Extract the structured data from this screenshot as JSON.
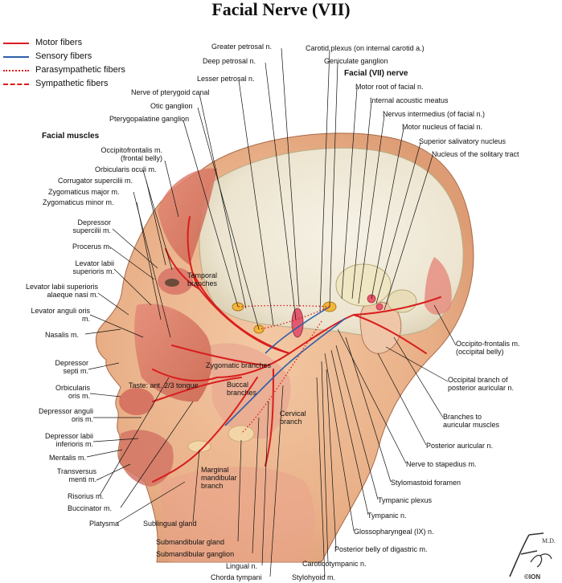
{
  "title": "Facial Nerve (VII)",
  "legend": [
    {
      "label": "Motor fibers",
      "color": "#d81e1e",
      "style": "solid"
    },
    {
      "label": "Sensory fibers",
      "color": "#2e5fa8",
      "style": "solid"
    },
    {
      "label": "Parasympathetic fibers",
      "color": "#d81e1e",
      "style": "dotted"
    },
    {
      "label": "Sympathetic fibers",
      "color": "#d81e1e",
      "style": "dashed"
    }
  ],
  "headings": {
    "facial_muscles": "Facial muscles",
    "facial_nerve": "Facial (VII) nerve"
  },
  "labels": {
    "greater_petrosal": "Greater petrosal n.",
    "deep_petrosal": "Deep petrosal n.",
    "lesser_petrosal": "Lesser petrosal n.",
    "nerve_pterygoid_canal": "Nerve of pterygoid canal",
    "otic_ganglion": "Otic ganglion",
    "pterygopalatine_ganglion": "Pterygopalatine ganglion",
    "carotid_plexus": "Carotid plexus (on internal carotid a.)",
    "geniculate_ganglion": "Geniculate ganglion",
    "motor_root": "Motor root of facial n.",
    "internal_acoustic_meatus": "Internal acoustic meatus",
    "nervus_intermedius": "Nervus intermedius (of facial n.)",
    "motor_nucleus": "Motor nucleus of facial n.",
    "superior_salivatory": "Superior salivatory nucleus",
    "nucleus_solitary": "Nucleus of the solitary tract",
    "occipitofrontalis_frontal": "Occipitofrontalis m. (frontal belly)",
    "orbicularis_oculi": "Orbicularis oculi m.",
    "corrugator": "Corrugator supercilii m.",
    "zygomaticus_major": "Zygomaticus major m.",
    "zygomaticus_minor": "Zygomaticus minor m.",
    "depressor_supercilii": "Depressor supercilii m.",
    "procerus": "Procerus m.",
    "levator_labii_sup": "Levator labii superioris m.",
    "levator_labii_alaeque": "Levator labii superioris alaeque nasi m.",
    "levator_anguli": "Levator anguli oris m.",
    "nasalis": "Nasalis m.",
    "depressor_septi": "Depressor septi m.",
    "orbicularis_oris": "Orbicularis oris m.",
    "depressor_anguli": "Depressor anguli oris m.",
    "depressor_labii_inf": "Depressor labii inferioris m.",
    "mentalis": "Mentalis m.",
    "transversus_menti": "Transversus menti m.",
    "risorius": "Risorius m.",
    "buccinator": "Buccinator m.",
    "platysma": "Platysma",
    "temporal_branches": "Temporal branches",
    "zygomatic_branches": "Zygomatic branches",
    "taste": "Taste: ant. 2/3 tongue",
    "buccal_branches": "Buccal branches",
    "cervical_branch": "Cervical branch",
    "marginal_mandibular": "Marginal mandibular branch",
    "sublingual_gland": "Sublingual gland",
    "submandibular_gland": "Submandibular gland",
    "submandibular_ganglion": "Submandibular ganglion",
    "lingual": "Lingual n.",
    "chorda_tympani": "Chorda tympani",
    "stylohyoid": "Stylohyoid m.",
    "caroticotympanic": "Caroticotympanic n.",
    "posterior_belly_digastric": "Posterior belly of digastric m.",
    "glossopharyngeal": "Glossopharyngeal (IX) n.",
    "tympanic_n": "Tympanic n.",
    "tympanic_plexus": "Tympanic plexus",
    "stylomastoid": "Stylomastoid foramen",
    "nerve_stapedius": "Nerve to stapedius m.",
    "posterior_auricular": "Posterior auricular n.",
    "branches_auricular": "Branches to auricular muscles",
    "occipital_branch": "Occipital branch of posterior auricular n.",
    "occipitofrontalis_occipital": "Occipito-frontalis m. (occipital belly)"
  },
  "signature": "F. Netter M.D.",
  "copyright_mark": "©ION"
}
